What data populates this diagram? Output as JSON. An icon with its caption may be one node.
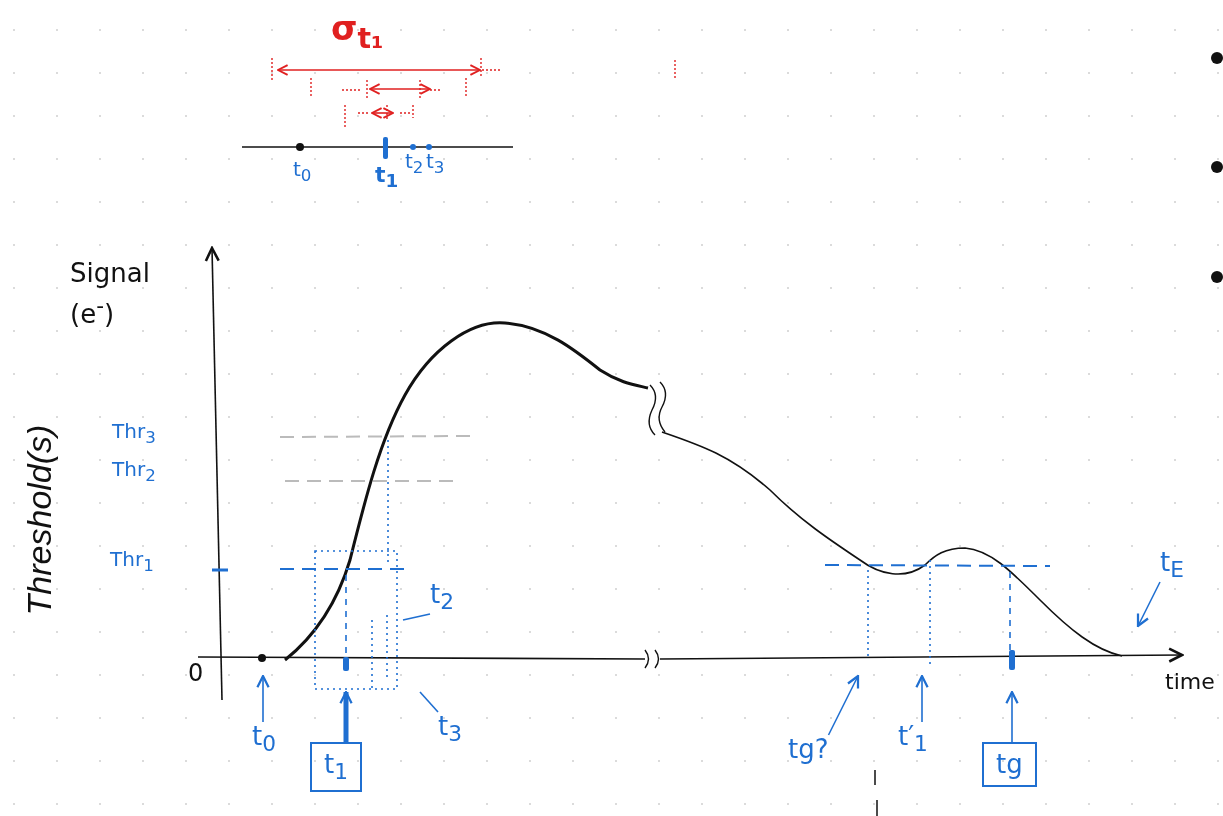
{
  "diagram": {
    "nodes": [
      {
        "text": [
          "t$_{0}$"
        ]
      },
      {
        "text": [
          "t$_{1}$"
        ]
      },
      {
        "text": [
          "t$_{2}$"
        ]
      },
      {
        "text": [
          "t$_{3}$"
        ]
      },
      {
        "text": [
          "tg?"
        ]
      },
      {
        "text": [
          "t′$_{1}$"
        ]
      },
      {
        "text": [
          "tg"
        ]
      },
      {
        "text": [
          "t$_{E}$"
        ]
      }
    ],
    "edges": [
      {
        "from": 0,
        "to": null,
        "arrow": "to"
      },
      {
        "from": 1,
        "to": null,
        "arrow": "to",
        "style": "thick"
      },
      {
        "from": 2,
        "to": null,
        "arrow": "none"
      },
      {
        "from": 3,
        "to": null,
        "arrow": "none"
      },
      {
        "from": 4,
        "to": null,
        "arrow": "to"
      },
      {
        "from": 5,
        "to": null,
        "arrow": "to"
      },
      {
        "from": 6,
        "to": null,
        "arrow": "to"
      },
      {
        "from": 7,
        "to": null,
        "arrow": "to"
      }
    ],
    "labels": [
      "σ$_{t₁}$",
      "t$_{0}$",
      "t$_{1}$",
      "t$_{2}$",
      "t$_{3}$",
      "Signal (e$^{-}$)",
      "Thr$_{3}$",
      "Thr$_{2}$",
      "Threshold(s)",
      "Thr$_{1}$",
      "0",
      "time"
    ]
  }
}
